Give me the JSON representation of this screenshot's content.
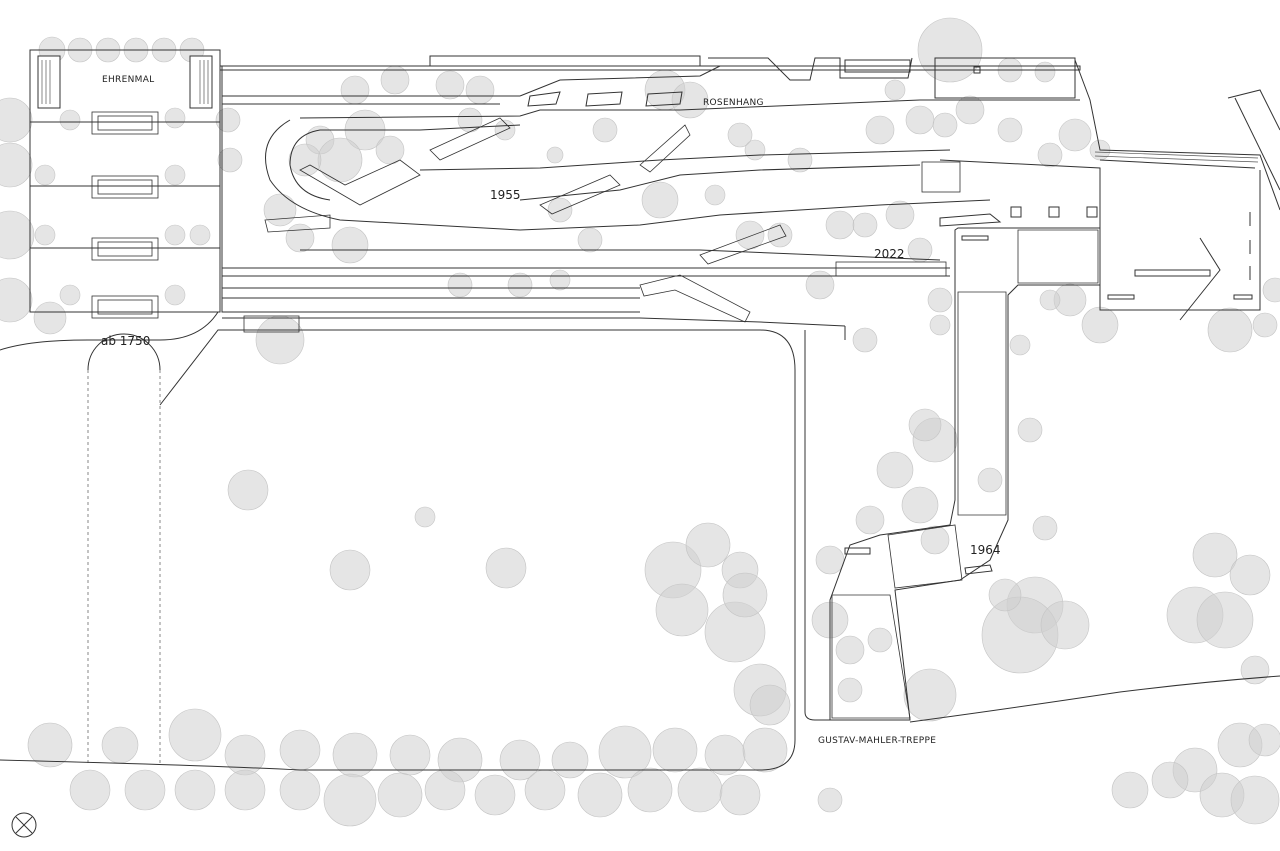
{
  "plan": {
    "labels": {
      "ehrenmal": "EHRENMAL",
      "rosenhang": "ROSENHANG",
      "ab1750": "ab 1750",
      "y1955": "1955",
      "y2022": "2022",
      "y1964": "1964",
      "gustav_mahler_treppe": "GUSTAV-MAHLER-TREPPE"
    },
    "icons": {
      "compass": "north-arrow-icon"
    },
    "colors": {
      "tree_fill": "#d0d0d0",
      "line": "#333333",
      "background": "#ffffff"
    }
  }
}
